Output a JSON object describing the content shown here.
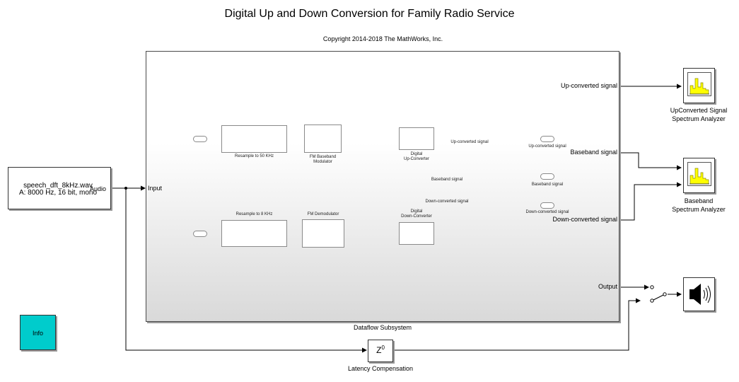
{
  "title": "Digital Up and Down Conversion for Family Radio Service",
  "copyright": "Copyright 2014-2018 The MathWorks, Inc.",
  "source_block": {
    "line1": "speech_dft_8kHz.wav",
    "line2": "A: 8000 Hz, 16 bit, mono",
    "port": "Audio"
  },
  "subsystem": {
    "label": "Dataflow Subsystem",
    "in_port": "Input",
    "out_ports": [
      "Up-converted signal",
      "Baseband signal",
      "Down-converted signal",
      "Output"
    ],
    "inner": {
      "resample50": "Resample to 50 KHz",
      "fm_mod": [
        "FM Baseband",
        "Modulator"
      ],
      "dig_up": [
        "Digital",
        "Up-Converter"
      ],
      "up_signal_label": "Up-converted signal",
      "up_out": "Up-converted signal",
      "baseband_label": "Baseband signal",
      "baseband_out": "Baseband signal",
      "down_signal_label": "Down-converted signal",
      "down_out": "Down-converted signal",
      "dig_down": [
        "Digital",
        "Down-Converter"
      ],
      "fm_demod": "FM Demodulator",
      "resample8": "Resample to 8 KHz"
    }
  },
  "scopes": {
    "upconverted": [
      "UpConverted Signal",
      "Spectrum Analyzer"
    ],
    "baseband": [
      "Baseband",
      "Spectrum Analyzer"
    ]
  },
  "delay": {
    "symbol": "Z",
    "exponent": "0",
    "label": "Latency Compensation"
  },
  "info": "Info",
  "colors": {
    "info_bg": "#00cccc",
    "scope_bars": "#ffff00",
    "subsystem_gradient_end": "#d9d9d9"
  },
  "icons": {
    "speaker": "speaker-icon",
    "switch": "manual-switch-icon",
    "spectrum": "spectrum-analyzer-icon"
  }
}
